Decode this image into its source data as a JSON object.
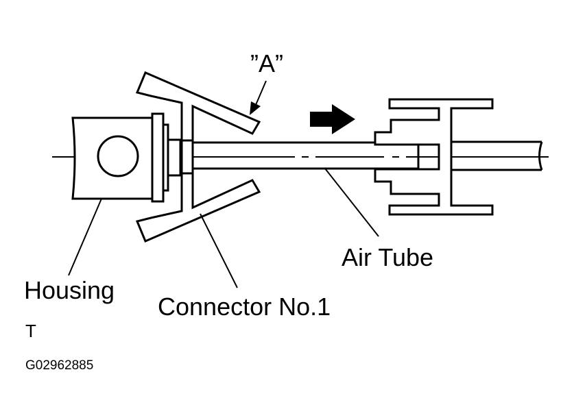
{
  "labels": {
    "a_mark": "”A”",
    "housing": "Housing",
    "connector": "Connector No.1",
    "air_tube": "Air Tube",
    "code_letter": "T",
    "figure_code": "G02962885"
  },
  "colors": {
    "line": "#000000",
    "background": "#ffffff"
  },
  "icons": {
    "direction": "arrow-right-icon"
  }
}
